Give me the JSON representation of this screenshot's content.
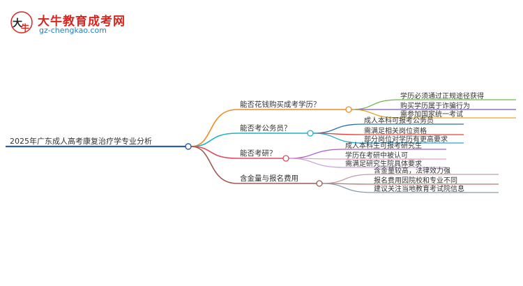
{
  "header": {
    "site_name": "大牛教育成考网",
    "site_url": "gz-chengkao.com",
    "logo_glyph": "大牛"
  },
  "mindmap": {
    "root": "2025年广东成人高考康复治疗学专业分析",
    "branches": [
      {
        "label": "能否花钱购买成考学历？",
        "color": "#f08a22",
        "children": [
          "学历必须通过正规途径获得",
          "购买学历属于诈骗行为",
          "需参加国家统一考试"
        ],
        "child_colors": [
          "#6fb74a",
          "#7e55b6",
          "#e0a628"
        ]
      },
      {
        "label": "能否考公务员？",
        "color": "#1fb3c4",
        "children": [
          "成人本科可报考公务员",
          "需满足相关岗位资格",
          "部分岗位对学历有更高要求"
        ],
        "child_colors": [
          "#2c6ea3",
          "#e2403a",
          "#29a7d2"
        ]
      },
      {
        "label": "能否考研？",
        "color": "#e0485a",
        "children": [
          "成人本科生可报考研究生",
          "学历在考研中被认可",
          "需满足研究生院具体要求"
        ],
        "child_colors": [
          "#a65fc7",
          "#f0a0b0",
          "#c9a0e0"
        ]
      },
      {
        "label": "含金量与报名费用",
        "color": "#9e5b52",
        "children": [
          "含金量较高，法律效力强",
          "报名费用因院校和专业不同",
          "建议关注当地教育考试院信息"
        ],
        "child_colors": [
          "#c0a0a0",
          "#b47a6a",
          "#8a9aa8"
        ]
      }
    ]
  }
}
